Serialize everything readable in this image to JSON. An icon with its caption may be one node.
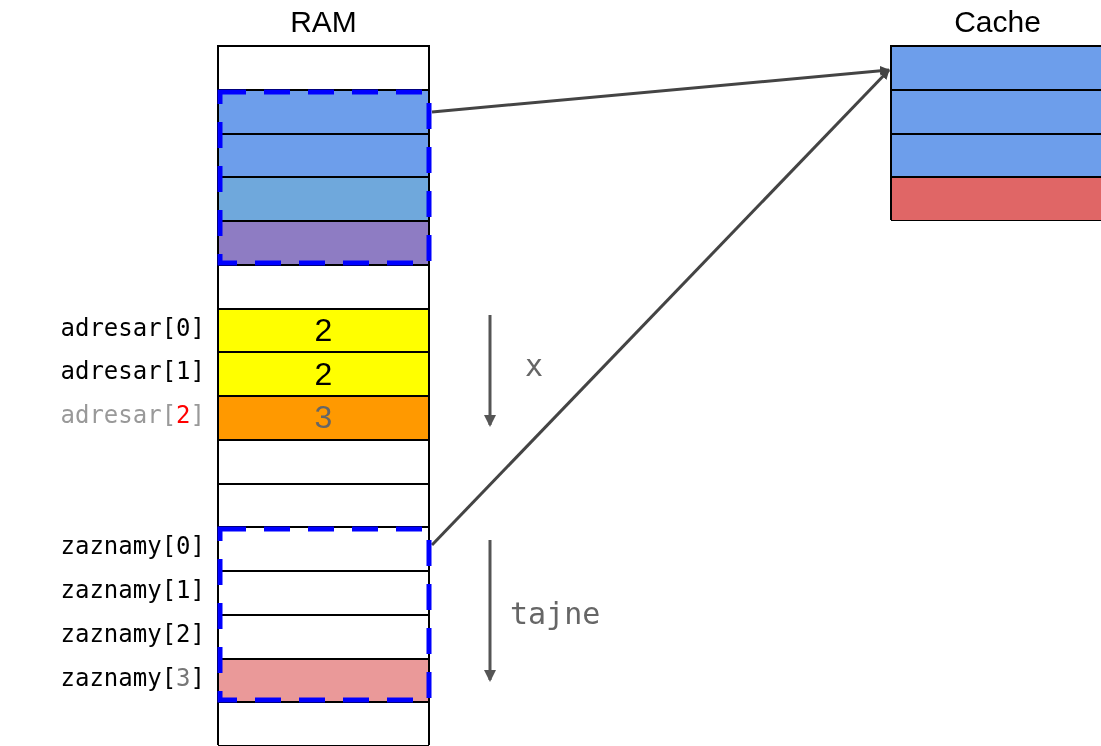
{
  "diagram": {
    "nodes": [
      {
        "text": [
          "RAM"
        ]
      },
      {
        "text": [],
        "shape": "box",
        "in": 0
      },
      {
        "text": [],
        "shape": "box",
        "in": 0
      },
      {
        "text": [],
        "shape": "box",
        "in": 2
      },
      {
        "text": [],
        "shape": "box",
        "in": 2
      },
      {
        "text": [],
        "shape": "box",
        "in": 2
      },
      {
        "text": [],
        "shape": "box",
        "in": 2
      },
      {
        "text": [],
        "shape": "box",
        "in": 0
      },
      {
        "text": [
          "2"
        ],
        "beside": [
          "adresar[0]"
        ],
        "in": 0
      },
      {
        "text": [
          "2"
        ],
        "beside": [
          "adresar[1]"
        ],
        "in": 0
      },
      {
        "text": [
          "3"
        ],
        "beside": [
          "adresar[2]"
        ],
        "in": 0
      },
      {
        "text": [],
        "shape": "box",
        "in": 0
      },
      {
        "text": [],
        "shape": "box",
        "in": 0
      },
      {
        "text": [],
        "shape": "box",
        "in": 0
      },
      {
        "text": [],
        "shape": "box",
        "beside": [
          "zaznamy[0]"
        ],
        "in": 13
      },
      {
        "text": [],
        "shape": "box",
        "beside": [
          "zaznamy[1]"
        ],
        "in": 13
      },
      {
        "text": [],
        "shape": "box",
        "beside": [
          "zaznamy[2]"
        ],
        "in": 13
      },
      {
        "text": [],
        "shape": "box",
        "beside": [
          "zaznamy[3]"
        ],
        "in": 13
      },
      {
        "text": [],
        "shape": "box",
        "in": 0
      },
      {
        "text": [
          "Cache"
        ]
      },
      {
        "text": [],
        "shape": "box",
        "in": 19
      },
      {
        "text": [],
        "shape": "box",
        "in": 19
      },
      {
        "text": [],
        "shape": "box",
        "in": 19
      },
      {
        "text": [],
        "shape": "box",
        "in": 19
      }
    ],
    "edges": [
      {
        "from": 2,
        "to": 19,
        "arrow": "to"
      },
      {
        "from": 13,
        "to": 19,
        "arrow": "to"
      }
    ],
    "labels": [
      "x",
      "tajne"
    ]
  }
}
